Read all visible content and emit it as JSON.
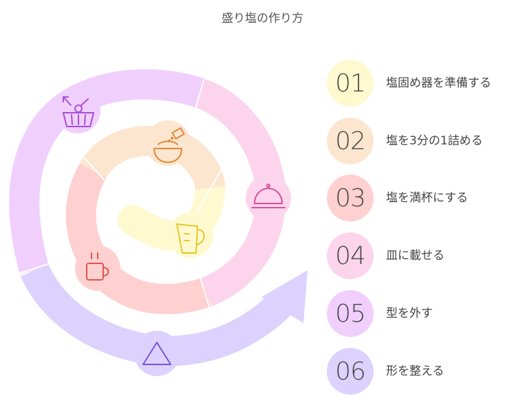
{
  "title": "盛り塩の作り方",
  "steps": [
    {
      "number": "01",
      "label": "塩固め器を準備する",
      "color": "#fef9cf",
      "icon": "measuring-cup-icon"
    },
    {
      "number": "02",
      "label": "塩を3分の1詰める",
      "color": "#fde6cf",
      "icon": "bowl-icon"
    },
    {
      "number": "03",
      "label": "塩を満杯にする",
      "color": "#fed0cf",
      "icon": "mug-icon"
    },
    {
      "number": "04",
      "label": "皿に載せる",
      "color": "#fcd5ed",
      "icon": "cloche-icon"
    },
    {
      "number": "05",
      "label": "型を外す",
      "color": "#f0cffd",
      "icon": "basket-icon"
    },
    {
      "number": "06",
      "label": "形を整える",
      "color": "#dcd2fd",
      "icon": "triangle-icon"
    }
  ]
}
